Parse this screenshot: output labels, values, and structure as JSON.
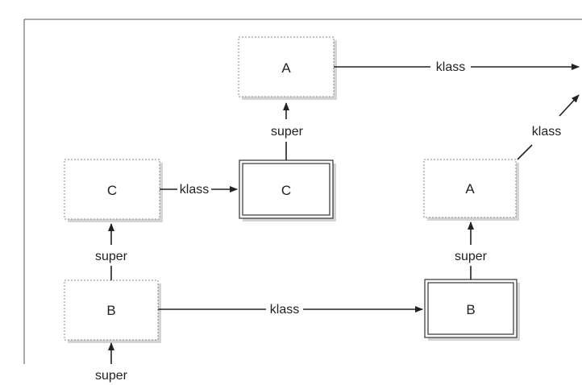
{
  "colors": {
    "line": "#222222",
    "frame": "#555555",
    "dotted_border": "#8a8a8a",
    "solid_border": "#333333",
    "box_fill": "#ffffff",
    "shadow": "#d4d4d4"
  },
  "diagram": {
    "nodes": [
      {
        "id": "A_top",
        "label": "A",
        "style": "dotted"
      },
      {
        "id": "C_left",
        "label": "C",
        "style": "dotted"
      },
      {
        "id": "C_mid",
        "label": "C",
        "style": "double"
      },
      {
        "id": "B_left",
        "label": "B",
        "style": "dotted"
      },
      {
        "id": "A_right",
        "label": "A",
        "style": "dotted"
      },
      {
        "id": "B_right",
        "label": "B",
        "style": "double"
      }
    ],
    "edges": [
      {
        "id": "a-top-klass",
        "from": "A_top",
        "to": "offscreen",
        "label": "klass"
      },
      {
        "id": "c-mid-super",
        "from": "C_mid",
        "to": "A_top",
        "label": "super"
      },
      {
        "id": "c-left-klass",
        "from": "C_left",
        "to": "C_mid",
        "label": "klass"
      },
      {
        "id": "b-left-super",
        "from": "B_left",
        "to": "C_left",
        "label": "super"
      },
      {
        "id": "b-left-klass",
        "from": "B_left",
        "to": "B_right",
        "label": "klass"
      },
      {
        "id": "b-right-super",
        "from": "B_right",
        "to": "A_right",
        "label": "super"
      },
      {
        "id": "a-right-klass",
        "from": "A_right",
        "to": "offscreen",
        "label": "klass"
      },
      {
        "id": "incoming-super",
        "from": "offscreen",
        "to": "B_left",
        "label": "super"
      }
    ]
  }
}
